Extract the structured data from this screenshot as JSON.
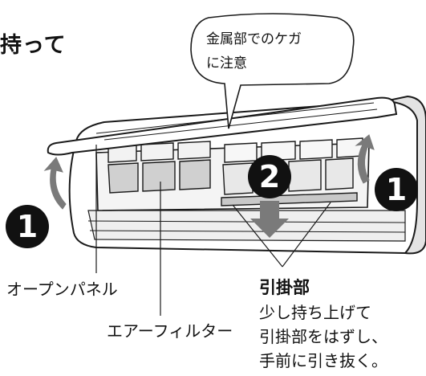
{
  "heading": "持って",
  "caution_bubble": {
    "line1": "金属部でのケガ",
    "line2": "に注意"
  },
  "labels": {
    "panel": "オープンパネル",
    "filter": "エアーフィルター",
    "hook_title": "引掛部",
    "hook_desc": [
      "少し持ち上げて",
      "引掛部をはずし、",
      "手前に引き抜く。"
    ]
  },
  "step_markers": {
    "step1_left": "1",
    "step2": "2",
    "step1_right": "1"
  },
  "colors": {
    "line": "#1a1a1a",
    "unit_body": "#ffffff",
    "unit_shade": "#d9d9d9",
    "filter_fill": "#d0d0d0",
    "arrow": "#7a7a7a",
    "marker": "#111111"
  }
}
